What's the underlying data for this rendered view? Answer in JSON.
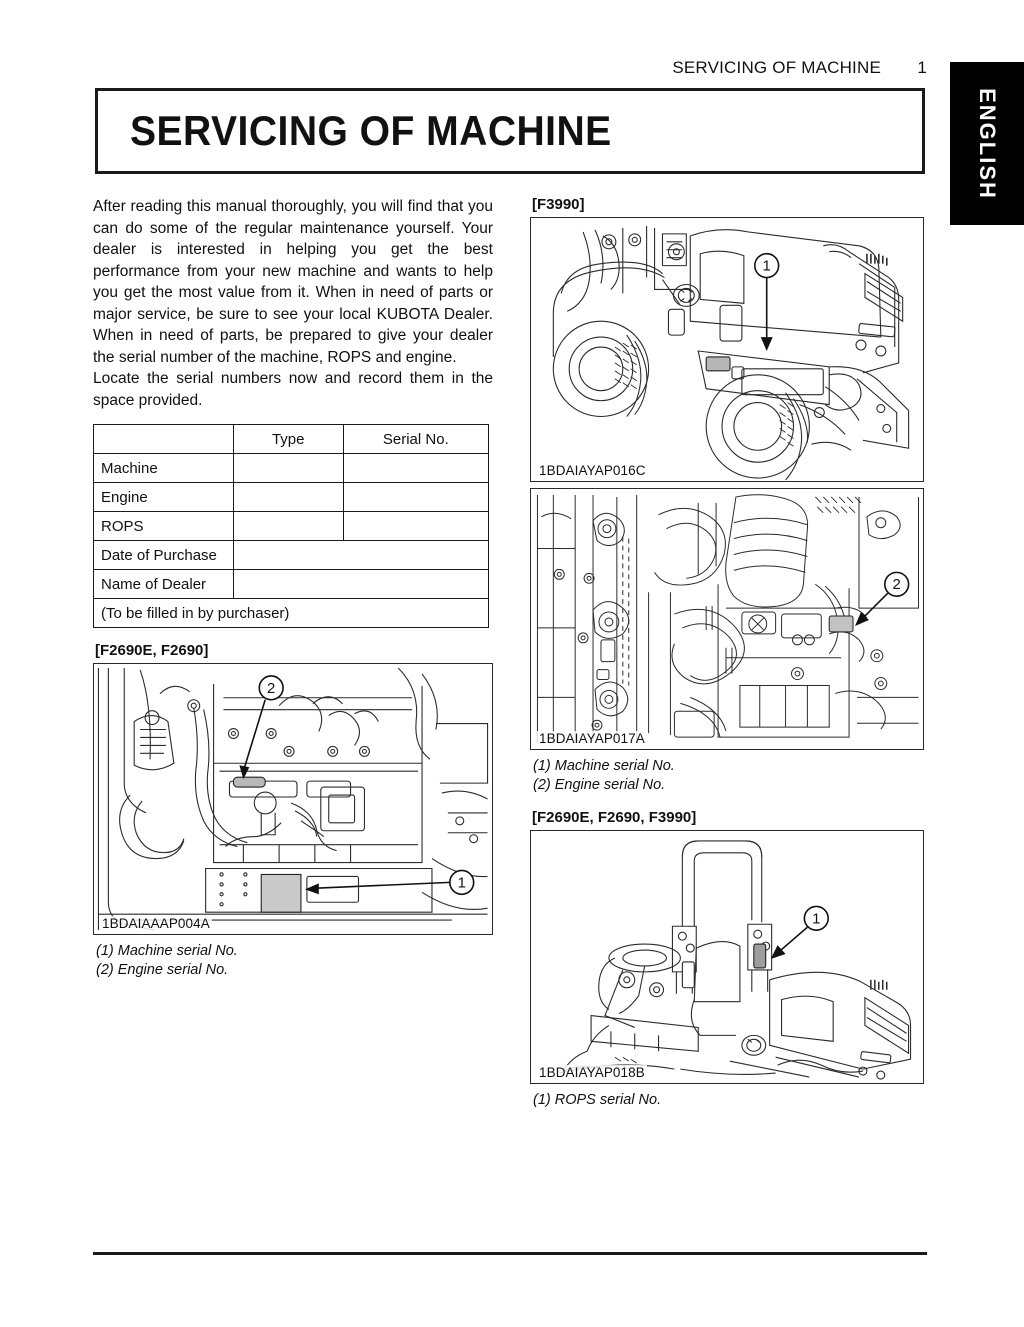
{
  "header": {
    "title": "SERVICING OF MACHINE",
    "page_number": "1"
  },
  "side_tab": {
    "label": "ENGLISH"
  },
  "title_box": {
    "heading": "SERVICING OF MACHINE"
  },
  "intro": {
    "paragraph_1": "After reading this manual thoroughly, you will find that you can do some of the regular maintenance yourself. Your dealer is interested in helping you get the best performance from your new machine and wants to help you get the most value from it. When in need of parts or major service, be sure to see your local KUBOTA Dealer. When in need of parts, be prepared to give your dealer the serial number of the machine, ROPS and engine.",
    "paragraph_2": "Locate the serial numbers now and record them in the space provided."
  },
  "record_table": {
    "headers": [
      "",
      "Type",
      "Serial No."
    ],
    "rows": [
      {
        "label": "Machine",
        "type": "",
        "serial": ""
      },
      {
        "label": "Engine",
        "type": "",
        "serial": ""
      },
      {
        "label": "ROPS",
        "type": "",
        "serial": ""
      }
    ],
    "wide_rows": [
      {
        "label": "Date of Purchase",
        "value": ""
      },
      {
        "label": "Name of Dealer",
        "value": ""
      }
    ],
    "footer_note": "(To be filled in by purchaser)"
  },
  "figures": {
    "left_engine": {
      "model_label": "[F2690E, F2690]",
      "code": "1BDAIAAAP004A",
      "callouts": [
        "1",
        "2"
      ],
      "caption": [
        "(1) Machine serial No.",
        "(2) Engine serial No."
      ]
    },
    "right_tractor": {
      "model_label": "[F3990]",
      "code": "1BDAIAYAP016C",
      "callouts": [
        "1"
      ]
    },
    "right_engine": {
      "code": "1BDAIAYAP017A",
      "callouts": [
        "2"
      ],
      "caption": [
        "(1) Machine serial No.",
        "(2) Engine serial No."
      ]
    },
    "right_rops": {
      "model_label": "[F2690E, F2690, F3990]",
      "code": "1BDAIAYAP018B",
      "callouts": [
        "1"
      ],
      "caption": [
        "(1) ROPS serial No."
      ]
    }
  },
  "colors": {
    "ink": "#1a1a1a",
    "tab_background": "#000000",
    "tab_text": "#ffffff"
  }
}
